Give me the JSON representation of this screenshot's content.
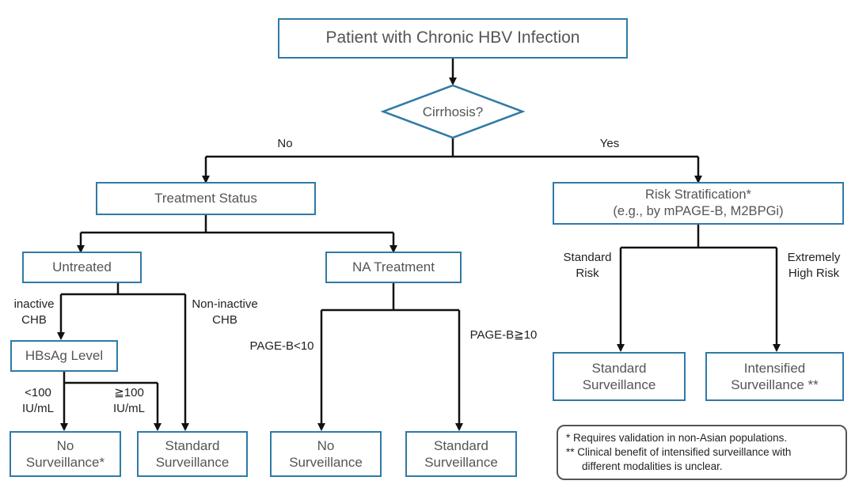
{
  "top": "Patient with Chronic HBV Infection",
  "decision": "Cirrhosis?",
  "branches": {
    "no": "No",
    "yes": "Yes"
  },
  "treatment_status": "Treatment Status",
  "risk_strat": {
    "line1": "Risk Stratification*",
    "line2": "(e.g., by mPAGE-B, M2BPGi)"
  },
  "untreated": "Untreated",
  "na_treatment": "NA Treatment",
  "inactive": {
    "line1": "inactive",
    "line2": "CHB"
  },
  "non_inactive": {
    "line1": "Non-inactive",
    "line2": "CHB"
  },
  "hbsag": "HBsAg Level",
  "lt100": {
    "line1": "<100",
    "line2": "IU/mL"
  },
  "ge100": {
    "line1": "≧100",
    "line2": "IU/mL"
  },
  "pageb_lt": "PAGE-B<10",
  "pageb_ge": "PAGE-B≧10",
  "std_risk": {
    "line1": "Standard",
    "line2": "Risk"
  },
  "high_risk": {
    "line1": "Extremely",
    "line2": "High Risk"
  },
  "outcomes": {
    "no_surv_star": {
      "line1": "No",
      "line2": "Surveillance*"
    },
    "std_surv_1": {
      "line1": "Standard",
      "line2": "Surveillance"
    },
    "no_surv": {
      "line1": "No",
      "line2": "Surveillance"
    },
    "std_surv_2": {
      "line1": "Standard",
      "line2": "Surveillance"
    },
    "std_surv_3": {
      "line1": "Standard",
      "line2": "Surveillance"
    },
    "int_surv": {
      "line1": "Intensified",
      "line2": "Surveillance **"
    }
  },
  "note": {
    "line1": "* Requires validation in non-Asian populations.",
    "line2": "** Clinical benefit of intensified surveillance with",
    "line3": "different modalities is unclear."
  }
}
